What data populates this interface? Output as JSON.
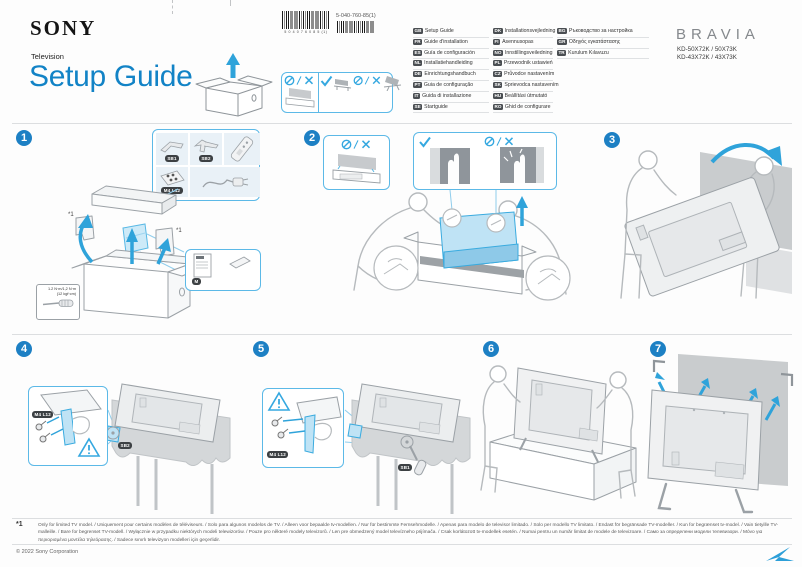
{
  "header": {
    "brand": "SONY",
    "category": "Television",
    "title": "Setup Guide",
    "part_number": "5-040-760-85(1)",
    "barcode_caption": "5 0 4 0 7 6 0 8 5 (1)",
    "logo": "BRAVIA",
    "models": {
      "line1": "KD-50X72K / 50X73K",
      "line2": "KD-43X72K / 43X73K"
    }
  },
  "languages": {
    "column1": [
      {
        "code": "GB",
        "label": "Setup Guide"
      },
      {
        "code": "FR",
        "label": "Guide d'installation"
      },
      {
        "code": "ES",
        "label": "Guía de configuración"
      },
      {
        "code": "NL",
        "label": "Installatiehandleiding"
      },
      {
        "code": "DE",
        "label": "Einrichtungshandbuch"
      },
      {
        "code": "PT",
        "label": "Guia de configuração"
      },
      {
        "code": "IT",
        "label": "Guida di installazione"
      },
      {
        "code": "SE",
        "label": "Startguide"
      }
    ],
    "column2": [
      {
        "code": "DK",
        "label": "Installationsvejledning"
      },
      {
        "code": "FI",
        "label": "Asennusopas"
      },
      {
        "code": "NO",
        "label": "Innstillingsveiledning"
      },
      {
        "code": "PL",
        "label": "Przewodnik ustawień"
      },
      {
        "code": "CZ",
        "label": "Průvodce nastavením"
      },
      {
        "code": "SK",
        "label": "Sprievodca nastavením"
      },
      {
        "code": "HU",
        "label": "Beállítási útmutató"
      },
      {
        "code": "RO",
        "label": "Ghid de configurare"
      }
    ],
    "column3": [
      {
        "code": "BG",
        "label": "Ръководство за настройка"
      },
      {
        "code": "GR",
        "label": "Οδηγός εγκατάστασης"
      },
      {
        "code": "TR",
        "label": "Kurulum Kılavuzu"
      }
    ]
  },
  "steps": {
    "step1": "1",
    "step2": "2",
    "step3": "3",
    "step4": "4",
    "step5": "5",
    "step6": "6",
    "step7": "7"
  },
  "parts": {
    "stand_leg_1": "SB1",
    "stand_leg_2": "SB2",
    "screws": "M4 L12",
    "manual": "M",
    "limited_model_marker": "*1"
  },
  "torque": {
    "line1": "1.2 N·m/1,2 N·m",
    "line2": "(12 kgf·cm)"
  },
  "footnote": {
    "marker": "*1",
    "text": "Only for limited TV model. / Uniquement pour certains modèles de téléviseurs. / Solo para algunos modelos de TV. / Alleen voor bepaalde tv-modellen. / Nur für bestimmte Fernsehmodelle. / Apenas para modelo de televisor limitado. / Solo per modello TV limitato. / Endast för begränsade TV-modeller. / Kun for begrænset tv-model. / Vain tietyille TV-malleille. / Bare for begrenset TV-modell. / Wyłącznie w przypadku niektórych modeli telewizorów. / Pouze pro některé modely televizorů. / Len pre obmedzený model televízneho prijímača. / Csak korlátozott tv-modellek esetén. / Numai pentru un număr limitat de modele de televizoare. / Само за определени модели телевизори. / Μόνο για περιορισμένα μοντέλα τηλεόρασης. / Sadece sınırlı televizyon modelleri için geçerlidir."
  },
  "footer": {
    "copyright": "© 2022 Sony Corporation"
  }
}
